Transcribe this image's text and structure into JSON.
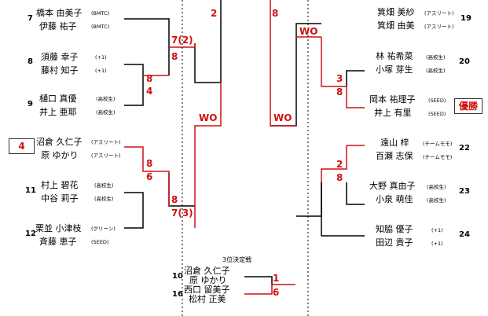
{
  "left": {
    "teams": [
      {
        "seed": "7",
        "p1": "橋本 由美子",
        "p1_aff": "(BMTC)",
        "p2": "伊藤 祐子",
        "p2_aff": "(BMTC)"
      },
      {
        "seed": "8",
        "p1": "須藤 幸子",
        "p1_aff": "(+1)",
        "p2": "藤村 知子",
        "p2_aff": "(+1)"
      },
      {
        "seed": "9",
        "p1": "樋口 真優",
        "p1_aff": "(高校生)",
        "p2": "井上 亜耶",
        "p2_aff": "(高校生)"
      },
      {
        "seed": "",
        "p1": "沼倉 久仁子",
        "p1_aff": "(アスリート)",
        "p2": "原 ゆかり",
        "p2_aff": "(アスリート)"
      },
      {
        "seed": "11",
        "p1": "村上 碧花",
        "p1_aff": "(高校生)",
        "p2": "中谷 莉子",
        "p2_aff": "(高校生)"
      },
      {
        "seed": "12",
        "p1": "栗並 小津枝",
        "p1_aff": "(グリーン)",
        "p2": "斉藤 恵子",
        "p2_aff": "(SEED)"
      }
    ],
    "place_box": "4",
    "scores": {
      "r1_top_a": "8",
      "r1_top_b": "4",
      "r1_bot_a": "8",
      "r1_bot_b": "6",
      "qf_top_a": "7(2)",
      "qf_top_b": "8",
      "qf_bot_a": "8",
      "qf_bot_b": "7(3)",
      "sf_top": "2",
      "sf_wo": "WO"
    }
  },
  "right": {
    "teams": [
      {
        "seed": "19",
        "p1": "箕畑 美紗",
        "p1_aff": "(アスリート)",
        "p2": "箕畑 由美",
        "p2_aff": "(アスリート)"
      },
      {
        "seed": "20",
        "p1": "林 祐希菜",
        "p1_aff": "(高校生)",
        "p2": "小塚 芽生",
        "p2_aff": "(高校生)"
      },
      {
        "seed": "",
        "p1": "岡本 祐理子",
        "p1_aff": "(SEED)",
        "p2": "井上 有里",
        "p2_aff": "(SEED)"
      },
      {
        "seed": "22",
        "p1": "遠山 梓",
        "p1_aff": "(チームモモ)",
        "p2": "百瀬 志保",
        "p2_aff": "(チームモモ)"
      },
      {
        "seed": "23",
        "p1": "大野 真由子",
        "p1_aff": "(高校生)",
        "p2": "小泉 萌佳",
        "p2_aff": "(高校生)"
      },
      {
        "seed": "24",
        "p1": "知脇 優子",
        "p1_aff": "(+1)",
        "p2": "田辺 貴子",
        "p2_aff": "(+1)"
      }
    ],
    "winner_box": "優勝",
    "scores": {
      "qf_top": "WO",
      "r1_top_a": "3",
      "r1_top_b": "8",
      "r1_bot_a": "2",
      "r1_bot_b": "8",
      "sf_top": "8",
      "sf_wo": "WO"
    }
  },
  "third_place": {
    "title": "3位決定戦",
    "teams": [
      {
        "seed": "10",
        "p1": "沼倉 久仁子",
        "p2": "原 ゆかり"
      },
      {
        "seed": "16",
        "p1": "西口 留美子",
        "p2": "松村 正美"
      }
    ],
    "score_a": "1",
    "score_b": "6"
  }
}
